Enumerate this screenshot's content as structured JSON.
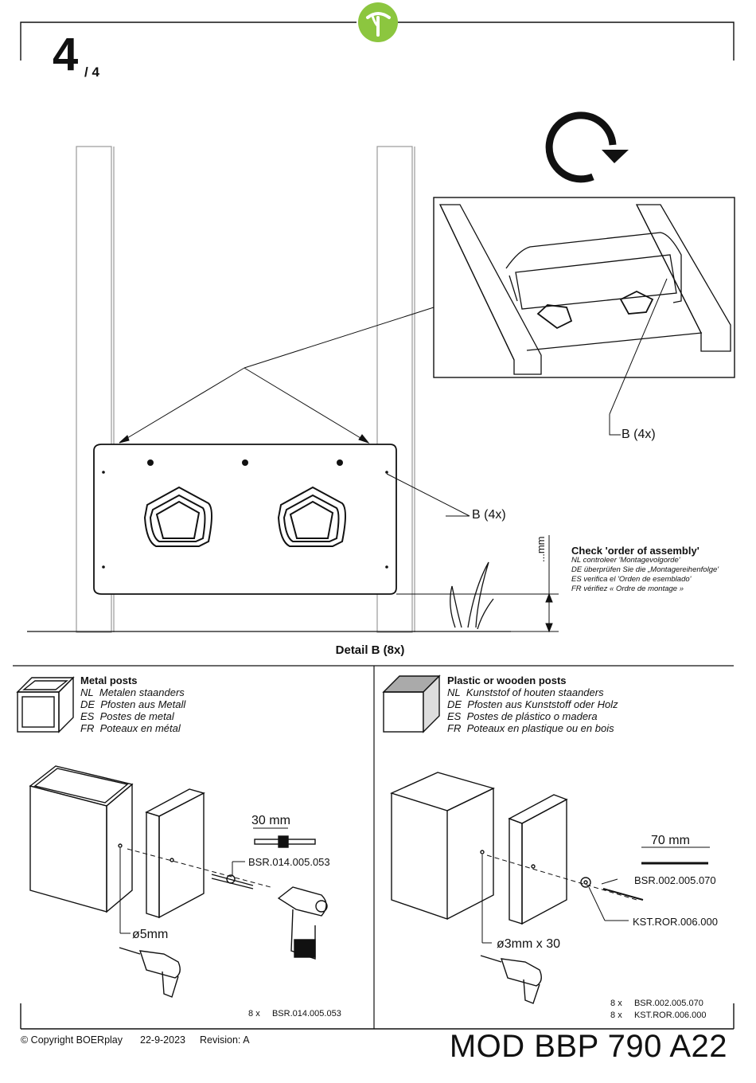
{
  "page": {
    "step": "4",
    "total": "/ 4"
  },
  "callouts": {
    "upper": "B (4x)",
    "panel": "B (4x)"
  },
  "clearance": {
    "label": "...mm"
  },
  "check": {
    "title": "Check 'order of assembly'",
    "lines": [
      {
        "lang": "NL",
        "text": "controleer 'Montagevolgorde'"
      },
      {
        "lang": "DE",
        "text": "überprüfen Sie die „Montagereihenfolge'"
      },
      {
        "lang": "ES",
        "text": "verifica el 'Orden de esemblado'"
      },
      {
        "lang": "FR",
        "text": "vérifiez « Ordre de montage »"
      }
    ]
  },
  "detail": {
    "title": "Detail B  (8x)"
  },
  "metal": {
    "title": "Metal posts",
    "lines": [
      {
        "lang": "NL",
        "text": "Metalen staanders"
      },
      {
        "lang": "DE",
        "text": "Pfosten aus Metall"
      },
      {
        "lang": "ES",
        "text": "Postes de metal"
      },
      {
        "lang": "FR",
        "text": "Poteaux en métal"
      }
    ],
    "dimension": "30 mm",
    "part": "BSR.014.005.053",
    "drill": "ø5mm",
    "parts_list": [
      {
        "qty": "8",
        "x": "x",
        "code": "BSR.014.005.053"
      }
    ]
  },
  "plastic": {
    "title": "Plastic or wooden posts",
    "lines": [
      {
        "lang": "NL",
        "text": "Kunststof of houten staanders"
      },
      {
        "lang": "DE",
        "text": "Pfosten aus Kunststoff oder Holz"
      },
      {
        "lang": "ES",
        "text": "Postes de plástico o madera"
      },
      {
        "lang": "FR",
        "text": "Poteaux en plastique ou en bois"
      }
    ],
    "dimension": "70 mm",
    "screw_part": "BSR.002.005.070",
    "washer_part": "KST.ROR.006.000",
    "drill": "ø3mm x 30",
    "parts_list": [
      {
        "qty": "8",
        "x": "x",
        "code": "BSR.002.005.070"
      },
      {
        "qty": "8",
        "x": "x",
        "code": "KST.ROR.006.000"
      }
    ]
  },
  "footer": {
    "copyright": "© Copyright BOERplay",
    "date": "22-9-2023",
    "revision": "Revision: A",
    "model": "MOD BBP 790 A22"
  },
  "colors": {
    "logo_green": "#8cc63f",
    "line": "#111111"
  }
}
